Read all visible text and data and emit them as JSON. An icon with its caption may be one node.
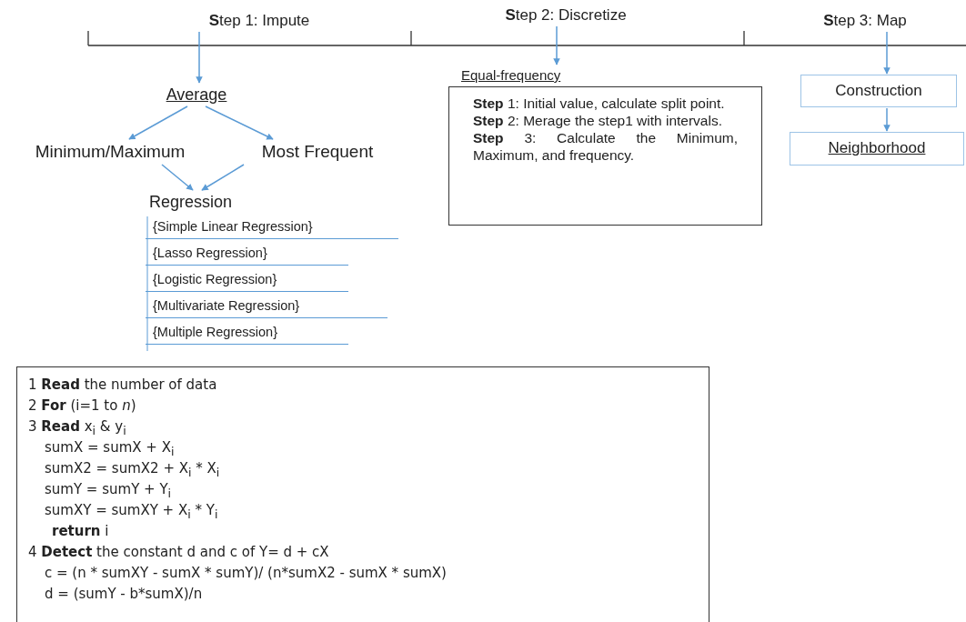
{
  "diagram": {
    "nodes": [
      {
        "text": [
          "**S**tep 1: Impute"
        ]
      },
      {
        "text": [
          "**S**tep 2: Discretize"
        ]
      },
      {
        "text": [
          "**S**tep 3: Map"
        ]
      },
      {
        "text": [
          "Average"
        ]
      },
      {
        "text": [
          "Minimum/Maximum"
        ]
      },
      {
        "text": [
          "Most Frequent"
        ]
      },
      {
        "text": [
          "Regression",
          "{Simple Linear Regression}",
          "{Lasso Regression}",
          "{Logistic Regression}",
          "{Multivariate Regression}",
          "{Multiple Regression}"
        ]
      },
      {
        "text": [
          "Equal-frequency",
          "**Step** 1: Initial value, calculate split point.",
          "**Step** 2: Merage the step1 with intervals.",
          "**Step** 3: Calculate the Minimum, Maximum, and frequency."
        ]
      },
      {
        "text": [
          "Construction"
        ]
      },
      {
        "text": [
          "Neighborhood"
        ]
      },
      {
        "text": [
          "1 **Read** the number of data",
          "2 **For** (i=1 to *n*)",
          "3 **Read** x$_{i}$ & y$_{i}$",
          "sumX = sumX + X$_{i}$",
          "sumX2 = sumX2 + X$_{i}$ * X$_{i}$",
          "sumY = sumY + Y$_{i}$",
          "sumXY = sumXY + X$_{i}$ * Y$_{i}$",
          "**return** i",
          "4 **Detect** the constant d and c of Y= d + cX",
          "c = (n * sumXY - sumX * sumY)/ (n*sumX2 - sumX * sumX)",
          "d = (sumY - b*sumX)/n"
        ]
      }
    ],
    "edges": [
      {
        "from": 0,
        "to": 3,
        "arrow": "to"
      },
      {
        "from": 3,
        "to": 4,
        "arrow": "to"
      },
      {
        "from": 3,
        "to": 5,
        "arrow": "to"
      },
      {
        "from": 4,
        "to": 6,
        "arrow": "to"
      },
      {
        "from": 5,
        "to": 6,
        "arrow": "to"
      },
      {
        "from": 1,
        "to": 7,
        "arrow": "to"
      },
      {
        "from": 2,
        "to": 8,
        "arrow": "to"
      },
      {
        "from": 8,
        "to": 9,
        "arrow": "to"
      }
    ]
  }
}
